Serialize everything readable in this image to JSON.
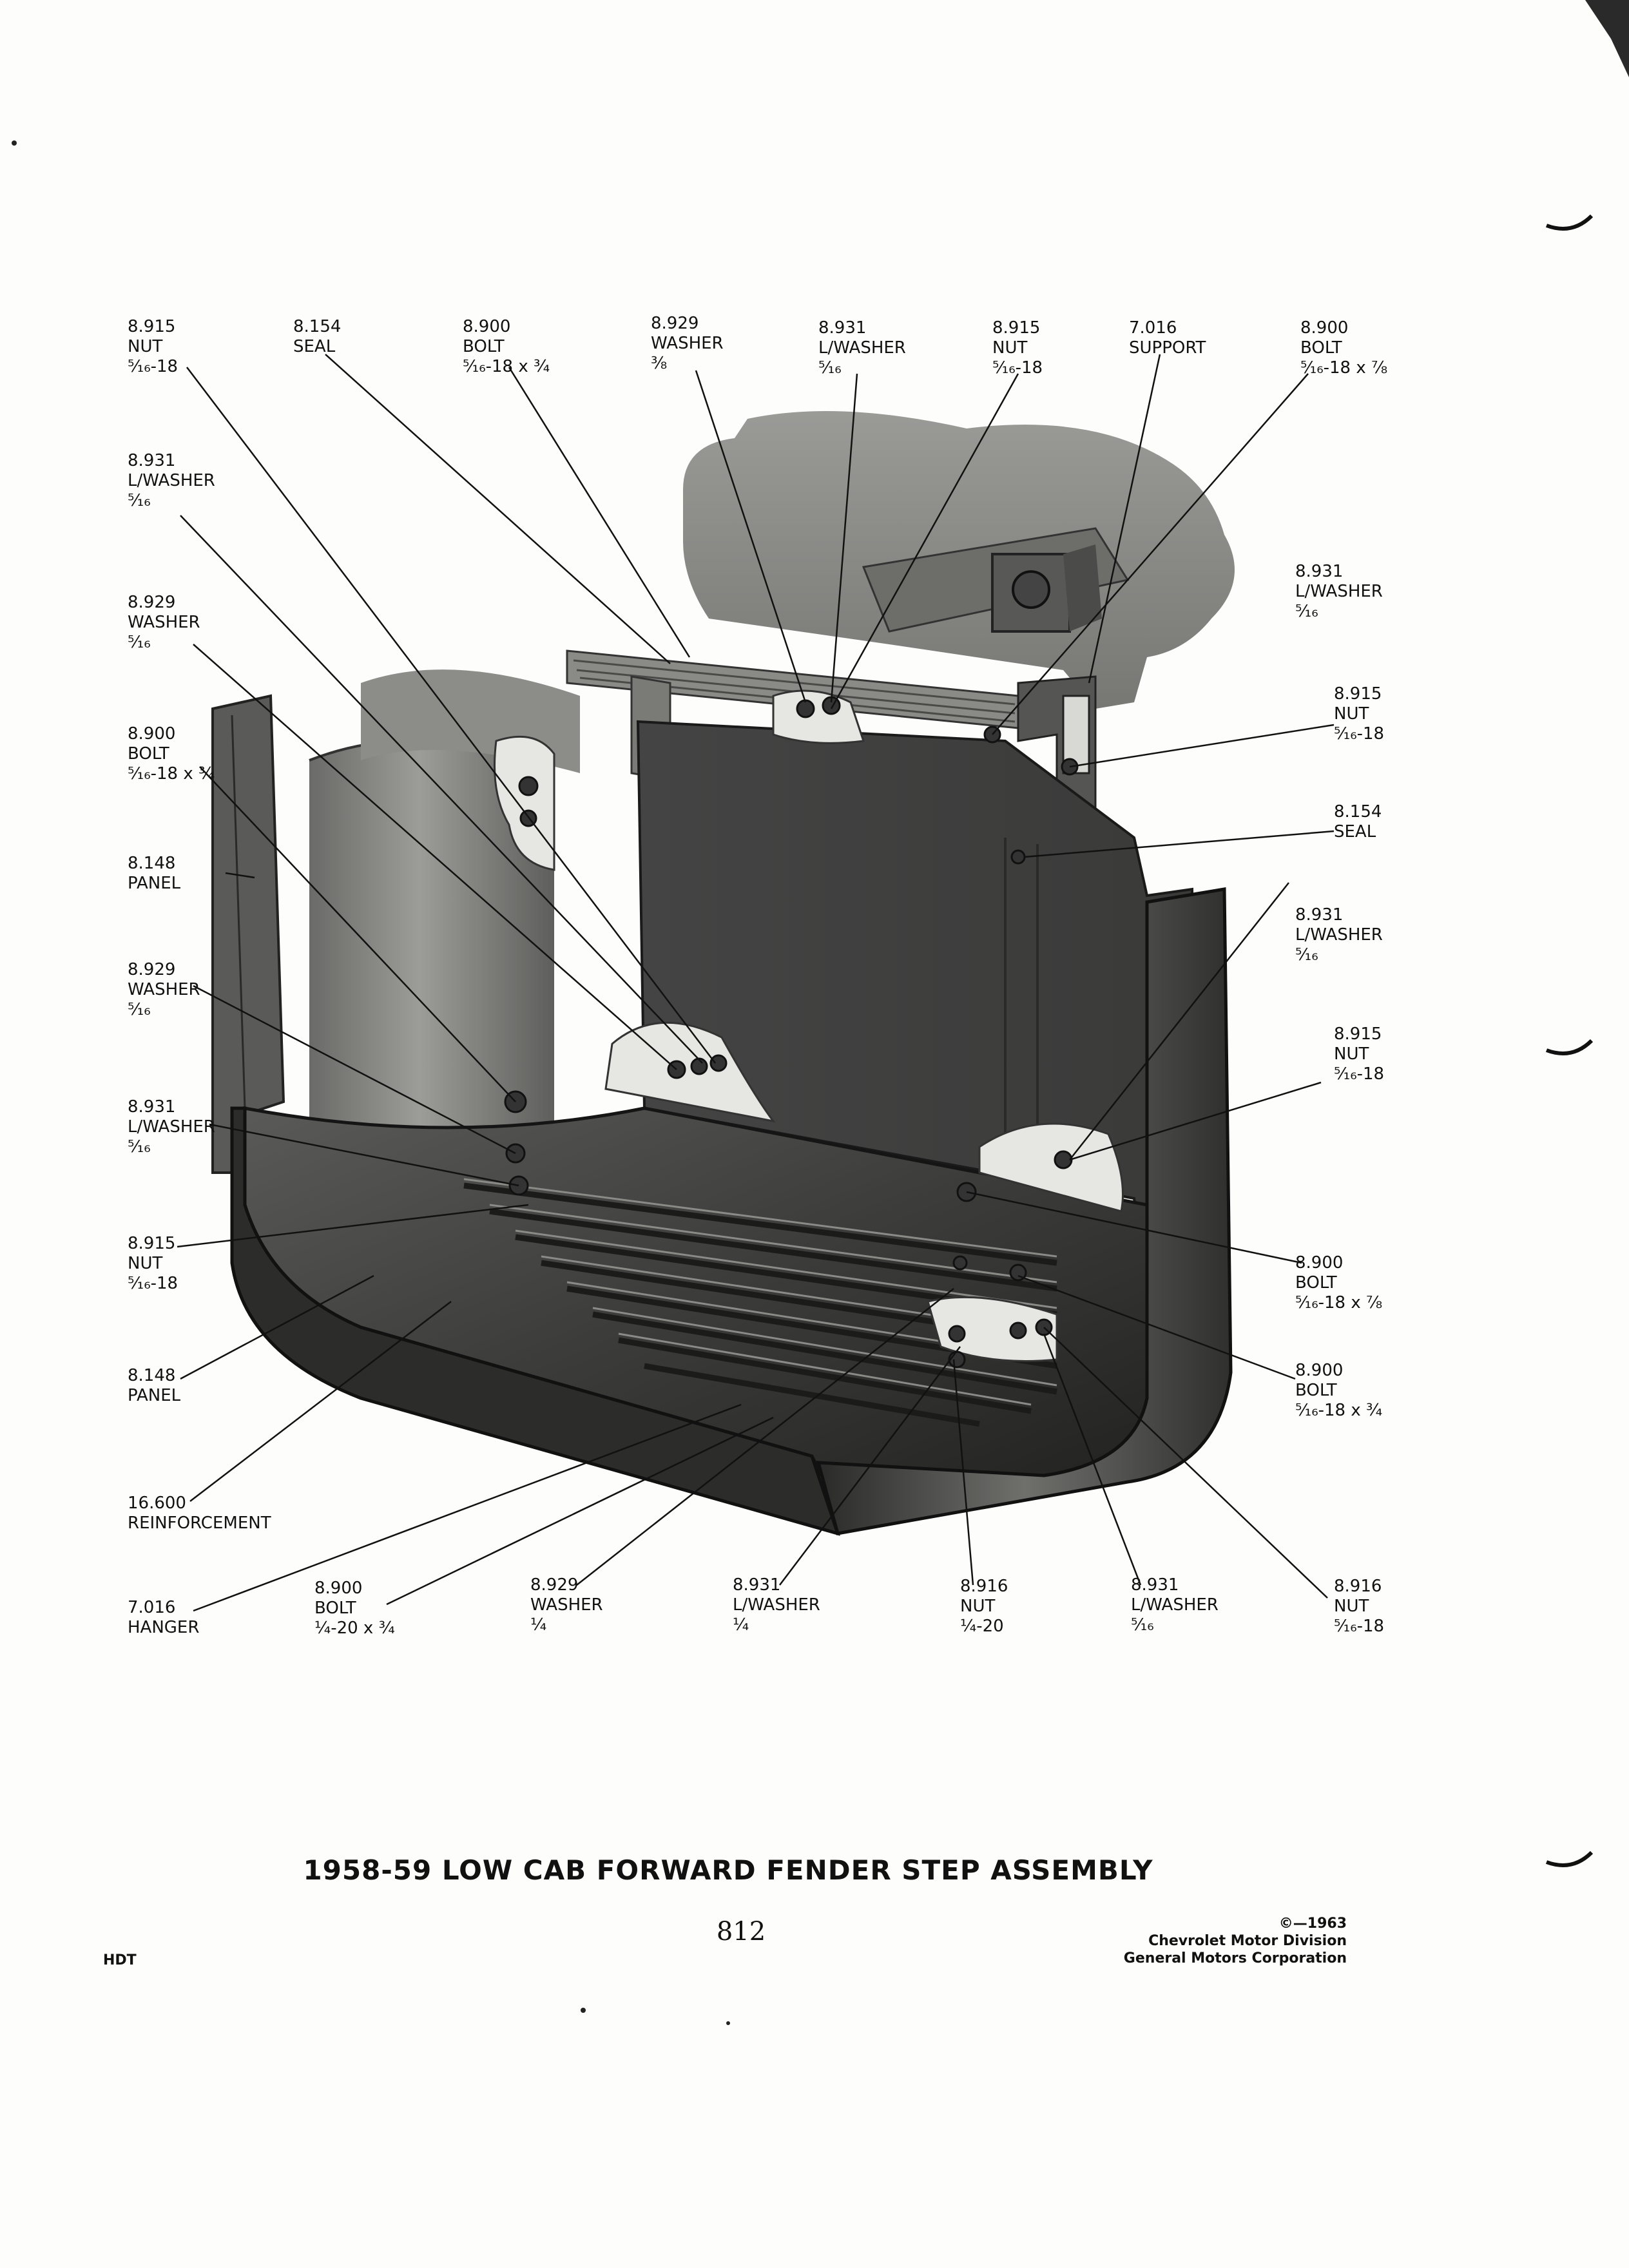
{
  "diagram": {
    "callouts": [
      {
        "id": "c1",
        "code": "8.915",
        "name": "NUT",
        "spec": "⁵⁄₁₆-18"
      },
      {
        "id": "c2",
        "code": "8.154",
        "name": "SEAL",
        "spec": ""
      },
      {
        "id": "c3",
        "code": "8.900",
        "name": "BOLT",
        "spec": "⁵⁄₁₆-18 x ¾"
      },
      {
        "id": "c4",
        "code": "8.929",
        "name": "WASHER",
        "spec": "⅜"
      },
      {
        "id": "c5",
        "code": "8.931",
        "name": "L/WASHER",
        "spec": "⁵⁄₁₆"
      },
      {
        "id": "c6",
        "code": "8.915",
        "name": "NUT",
        "spec": "⁵⁄₁₆-18"
      },
      {
        "id": "c7",
        "code": "7.016",
        "name": "SUPPORT",
        "spec": ""
      },
      {
        "id": "c8",
        "code": "8.900",
        "name": "BOLT",
        "spec": "⁵⁄₁₆-18 x ⅞"
      },
      {
        "id": "c9",
        "code": "8.931",
        "name": "L/WASHER",
        "spec": "⁵⁄₁₆"
      },
      {
        "id": "c10",
        "code": "8.929",
        "name": "WASHER",
        "spec": "⁵⁄₁₆"
      },
      {
        "id": "c11",
        "code": "8.900",
        "name": "BOLT",
        "spec": "⁵⁄₁₆-18 x ¾"
      },
      {
        "id": "c12",
        "code": "8.148",
        "name": "PANEL",
        "spec": ""
      },
      {
        "id": "c13",
        "code": "8.929",
        "name": "WASHER",
        "spec": "⁵⁄₁₆"
      },
      {
        "id": "c14",
        "code": "8.931",
        "name": "L/WASHER",
        "spec": "⁵⁄₁₆"
      },
      {
        "id": "c15",
        "code": "8.915",
        "name": "NUT",
        "spec": "⁵⁄₁₆-18"
      },
      {
        "id": "c16",
        "code": "8.148",
        "name": "PANEL",
        "spec": ""
      },
      {
        "id": "c17",
        "code": "16.600",
        "name": "REINFORCEMENT",
        "spec": ""
      },
      {
        "id": "c18",
        "code": "7.016",
        "name": "HANGER",
        "spec": ""
      },
      {
        "id": "c19",
        "code": "8.900",
        "name": "BOLT",
        "spec": "¼-20 x ¾"
      },
      {
        "id": "c20",
        "code": "8.929",
        "name": "WASHER",
        "spec": "¼"
      },
      {
        "id": "c21",
        "code": "8.931",
        "name": "L/WASHER",
        "spec": "¼"
      },
      {
        "id": "c22",
        "code": "8.916",
        "name": "NUT",
        "spec": "¼-20"
      },
      {
        "id": "c23",
        "code": "8.931",
        "name": "L/WASHER",
        "spec": "⁵⁄₁₆"
      },
      {
        "id": "c24",
        "code": "8.916",
        "name": "NUT",
        "spec": "⁵⁄₁₆-18"
      },
      {
        "id": "c25",
        "code": "8.931",
        "name": "L/WASHER",
        "spec": "⁵⁄₁₆"
      },
      {
        "id": "c26",
        "code": "8.915",
        "name": "NUT",
        "spec": "⁵⁄₁₆-18"
      },
      {
        "id": "c27",
        "code": "8.154",
        "name": "SEAL",
        "spec": ""
      },
      {
        "id": "c28",
        "code": "8.931",
        "name": "L/WASHER",
        "spec": "⁵⁄₁₆"
      },
      {
        "id": "c29",
        "code": "8.915",
        "name": "NUT",
        "spec": "⁵⁄₁₆-18"
      },
      {
        "id": "c30",
        "code": "8.900",
        "name": "BOLT",
        "spec": "⁵⁄₁₆-18 x ⅞"
      },
      {
        "id": "c31",
        "code": "8.900",
        "name": "BOLT",
        "spec": "⁵⁄₁₆-18 x ¾"
      }
    ]
  },
  "title": "1958-59 LOW CAB FORWARD FENDER STEP ASSEMBLY",
  "page_number": "812",
  "section_code": "HDT",
  "credit": {
    "line1": "©—1963",
    "line2": "Chevrolet Motor Division",
    "line3": "General Motors Corporation"
  }
}
